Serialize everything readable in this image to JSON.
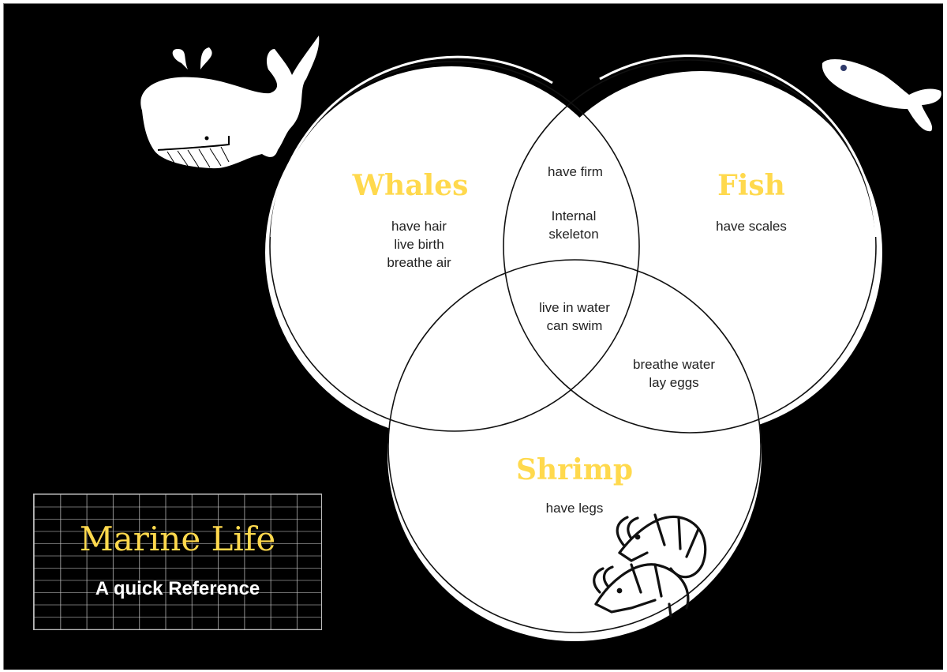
{
  "diagram": {
    "type": "venn",
    "sets": [
      {
        "id": "whales",
        "title": "Whales",
        "traits": [
          "have hair",
          "live birth",
          "breathe air"
        ]
      },
      {
        "id": "fish",
        "title": "Fish",
        "traits": [
          "have scales"
        ]
      },
      {
        "id": "shrimp",
        "title": "Shrimp",
        "traits": [
          "have legs"
        ]
      }
    ],
    "intersections": {
      "whales_fish": {
        "line1": "have firm",
        "line2": "Internal",
        "line3": "skeleton"
      },
      "all_three": {
        "line1": "live in water",
        "line2": "can swim"
      },
      "fish_shrimp": {
        "line1": "breathe water",
        "line2": "lay eggs"
      }
    },
    "colors": {
      "background": "#000000",
      "circle_fill": "#ffffff",
      "circle_stroke": "#000000",
      "title_color": "#ffd94d",
      "text_color": "#222222",
      "fish_eye": "#2f3a6b"
    }
  },
  "title_card": {
    "title": "Marine Life",
    "subtitle": "A quick Reference"
  },
  "illustrations": [
    "whale-icon",
    "fish-icon",
    "shrimp-icon"
  ]
}
